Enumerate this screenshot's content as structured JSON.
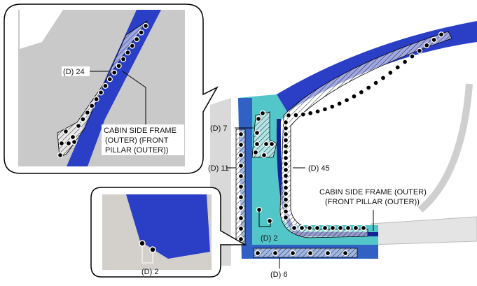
{
  "diagram": {
    "colors": {
      "panel_dark": "#1f2fb0",
      "panel_mid": "#2e44d6",
      "panel_light": "#53c6c9",
      "background_part": "#cfcfcf",
      "weld_point": "#000000"
    },
    "callouts": {
      "upper_inset_weld": "(D) 24",
      "upper_inset_part_line1": "CABIN SIDE FRAME",
      "upper_inset_part_line2": "(OUTER) (FRONT",
      "upper_inset_part_line3": "PILLAR (OUTER))",
      "lower_inset_weld": "(D) 2",
      "main_weld_7": "(D) 7",
      "main_weld_11": "(D) 11",
      "main_weld_45": "(D) 45",
      "main_weld_2": "(D) 2",
      "main_weld_6": "(D) 6",
      "main_part_line1": "CABIN SIDE FRAME (OUTER)",
      "main_part_line2": "(FRONT PILLAR (OUTER))"
    }
  }
}
